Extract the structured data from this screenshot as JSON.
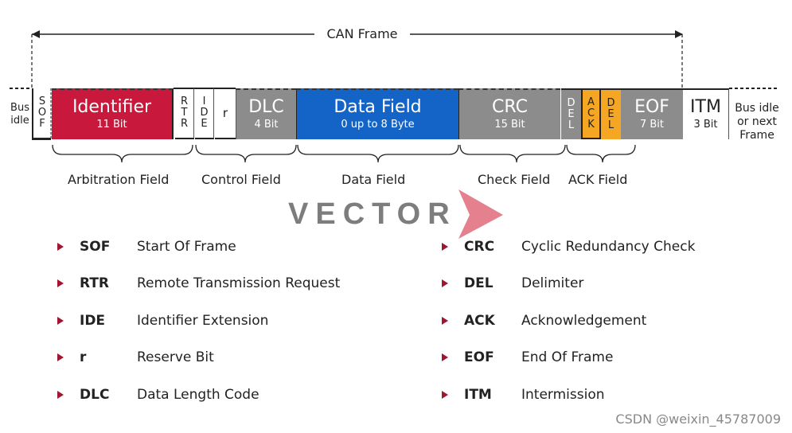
{
  "frame_title": "CAN Frame",
  "bus_idle_left": [
    "Bus",
    "idle"
  ],
  "segments": {
    "sof": [
      "S",
      "O",
      "F"
    ],
    "identifier": {
      "title": "Identifier",
      "sub": "11 Bit",
      "color": "#c8193c"
    },
    "rtr": [
      "R",
      "T",
      "R"
    ],
    "ide": [
      "I",
      "D",
      "E"
    ],
    "r": "r",
    "dlc": {
      "title": "DLC",
      "sub": "4 Bit",
      "color": "#8c8c8c"
    },
    "data": {
      "title": "Data Field",
      "sub": "0 up to 8 Byte",
      "color": "#1464c8"
    },
    "crc": {
      "title": "CRC",
      "sub": "15 Bit",
      "color": "#8c8c8c"
    },
    "del1": [
      "D",
      "E",
      "L"
    ],
    "ack": [
      "A",
      "C",
      "K"
    ],
    "del2": [
      "D",
      "E",
      "L"
    ],
    "ack_color": "#f5a623",
    "eof": {
      "title": "EOF",
      "sub": "7 Bit",
      "color": "#8c8c8c"
    },
    "itm": {
      "title": "ITM",
      "sub": "3 Bit"
    },
    "bus_idle_right": [
      "Bus idle",
      "or next",
      "Frame"
    ]
  },
  "fields": {
    "arbitration": "Arbitration Field",
    "control": "Control Field",
    "data": "Data Field",
    "check": "Check Field",
    "ack": "ACK Field"
  },
  "logo": "VECTOR",
  "legend_left": [
    {
      "abbr": "SOF",
      "desc": "Start Of Frame"
    },
    {
      "abbr": "RTR",
      "desc": "Remote Transmission Request"
    },
    {
      "abbr": "IDE",
      "desc": "Identifier Extension"
    },
    {
      "abbr": "r",
      "desc": "Reserve Bit"
    },
    {
      "abbr": "DLC",
      "desc": "Data Length Code"
    }
  ],
  "legend_right": [
    {
      "abbr": "CRC",
      "desc": "Cyclic Redundancy Check"
    },
    {
      "abbr": "DEL",
      "desc": "Delimiter"
    },
    {
      "abbr": "ACK",
      "desc": "Acknowledgement"
    },
    {
      "abbr": "EOF",
      "desc": "End Of Frame"
    },
    {
      "abbr": "ITM",
      "desc": "Intermission"
    }
  ],
  "watermark": "CSDN @weixin_45787009"
}
